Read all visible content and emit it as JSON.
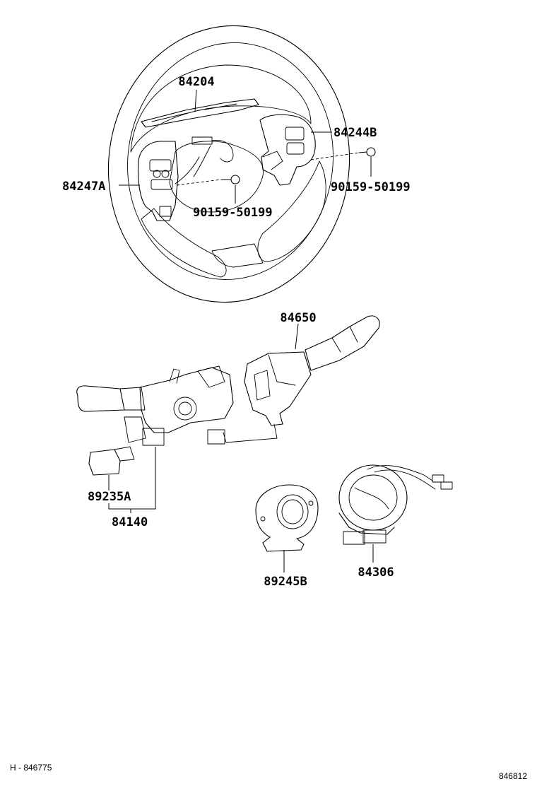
{
  "labels": {
    "horn_pad": "84204",
    "switch_right": "84244B",
    "switch_left": "84247A",
    "bolt_right": "90159-50199",
    "bolt_left": "90159-50199",
    "turn_wiper_switch": "84650",
    "cruise_switch": "89235A",
    "combination_switch": "84140",
    "steering_sensor": "89245B",
    "spiral_cable": "84306"
  },
  "footer": {
    "left_code": "H - 846775",
    "right_code": "846812"
  }
}
